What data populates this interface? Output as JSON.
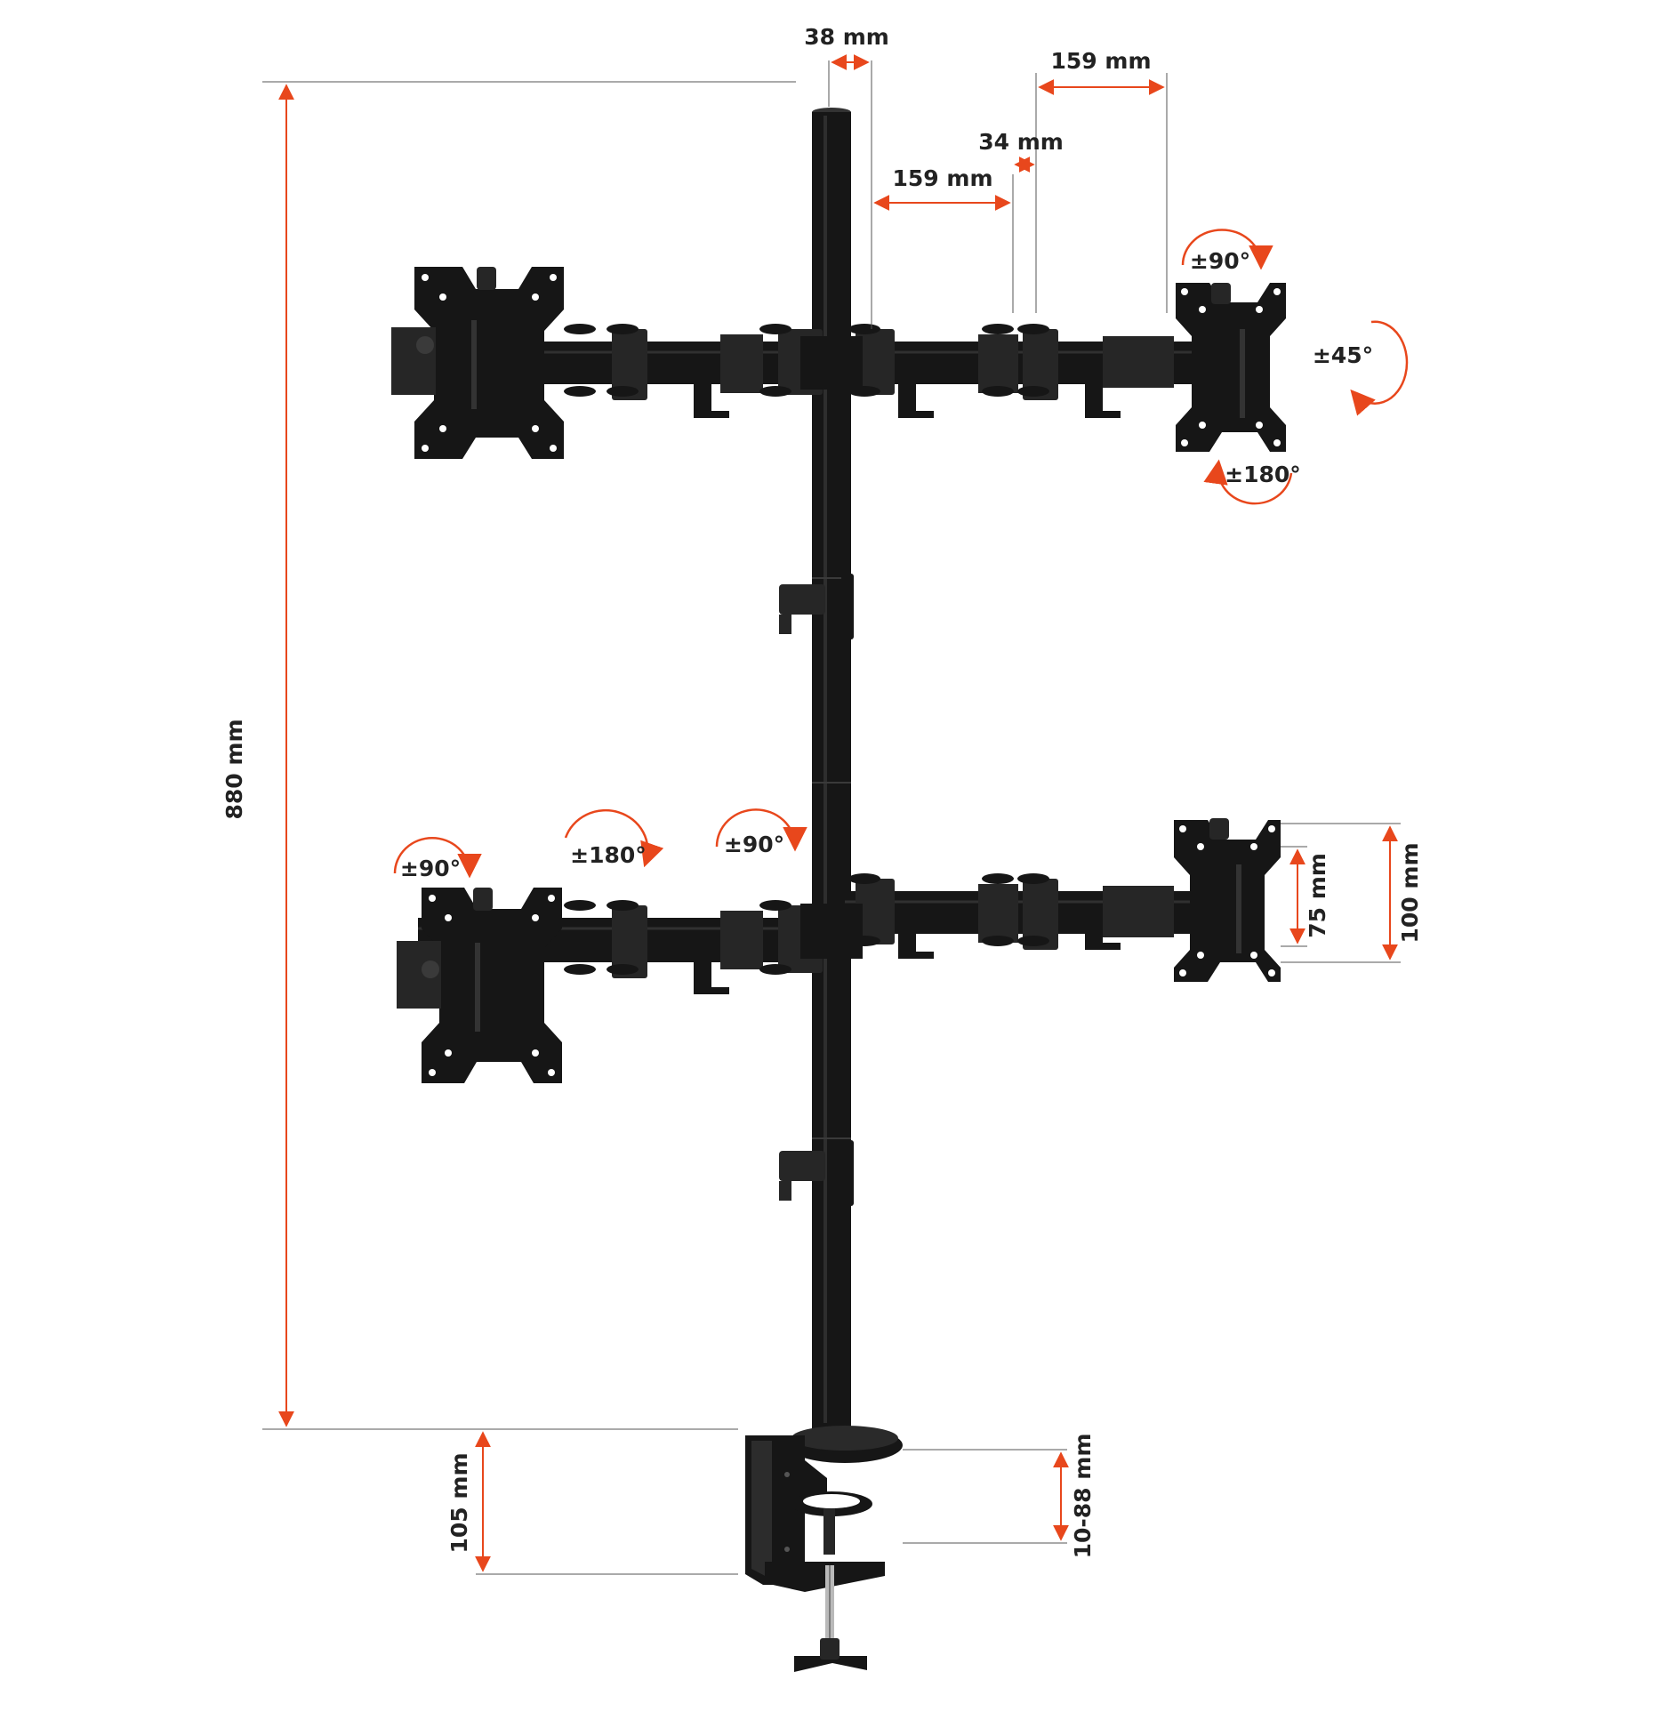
{
  "colors": {
    "dimension": "#e8471c",
    "mount": "#161616",
    "text": "#222222",
    "background": "#ffffff"
  },
  "labels": {
    "pole_diameter": "38 mm",
    "arm_segment_upper": "159 mm",
    "arm_offset": "34 mm",
    "arm_segment_lower": "159 mm",
    "total_height": "880 mm",
    "clamp_height": "105 mm",
    "desk_thickness": "10-88 mm",
    "vesa_small": "75 mm",
    "vesa_large": "100 mm",
    "rot_top_tilt": "±90°",
    "rot_top_swivel": "±45°",
    "rot_top_rotate": "±180°",
    "rot_bottom_tilt": "±90°",
    "rot_bottom_rotate": "±180°",
    "rot_bottom_arm": "±90°"
  }
}
